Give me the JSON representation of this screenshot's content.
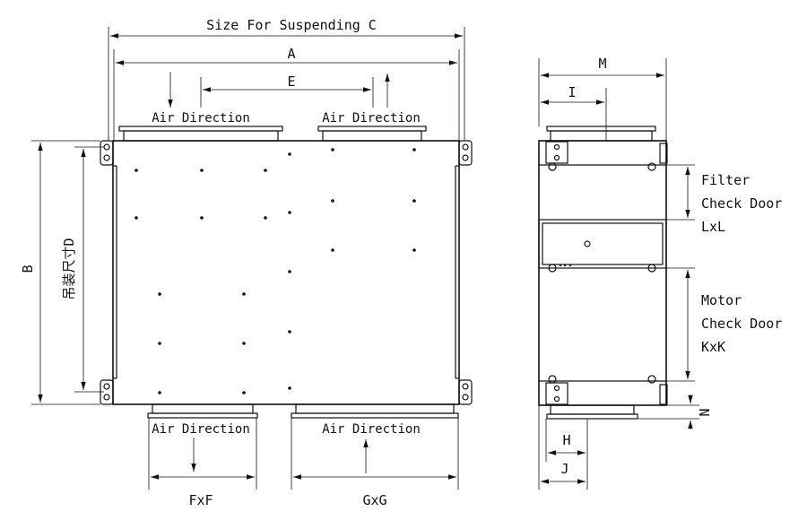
{
  "front_view": {
    "dim_c": "Size For Suspending C",
    "dim_a": "A",
    "dim_e": "E",
    "dim_b": "B",
    "dim_d": "吊装尺寸D",
    "dim_f": "FxF",
    "dim_g": "GxG",
    "air_direction_top_left": "Air Direction",
    "air_direction_top_right": "Air Direction",
    "air_direction_bottom_left": "Air Direction",
    "air_direction_bottom_right": "Air Direction"
  },
  "side_view": {
    "dim_m": "M",
    "dim_i": "I",
    "dim_h": "H",
    "dim_j": "J",
    "dim_n": "N",
    "filter_door": [
      "Filter",
      "Check Door",
      "LxL"
    ],
    "motor_door": [
      "Motor",
      "Check Door",
      "KxK"
    ]
  }
}
